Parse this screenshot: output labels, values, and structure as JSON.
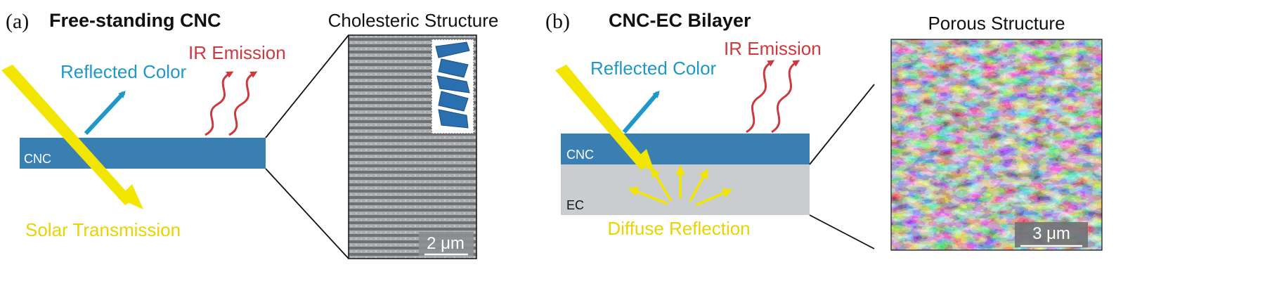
{
  "panel_a": {
    "label": "(a)",
    "title": "Free-standing CNC",
    "reflected": "Reflected Color",
    "ir": "IR Emission",
    "layer": "CNC",
    "transmission": "Solar Transmission"
  },
  "inset_a": {
    "title": "Cholesteric Structure",
    "scale": "2 μm"
  },
  "panel_b": {
    "label": "(b)",
    "title": "CNC-EC Bilayer",
    "reflected": "Reflected Color",
    "ir": "IR Emission",
    "layer_top": "CNC",
    "layer_bottom": "EC",
    "diffuse": "Diffuse Reflection"
  },
  "inset_b": {
    "title": "Porous Structure",
    "scale": "3 μm"
  },
  "colors": {
    "cnc_blue": "#3a7fb1",
    "ec_gray": "#c9cdd0",
    "solar_yellow": "#f2e600",
    "reflect_cyan": "#1f97c9",
    "ir_red": "#cc3a3f",
    "label_yellow": "#e8d400",
    "text_black": "#111111"
  },
  "icons": {
    "solar-beam": "thick-yellow-wedge-arrow",
    "reflect-arrow": "blue-arrow",
    "ir-wave": "red-wavy-arrow",
    "helix": "cholesteric-helix-glyph"
  }
}
